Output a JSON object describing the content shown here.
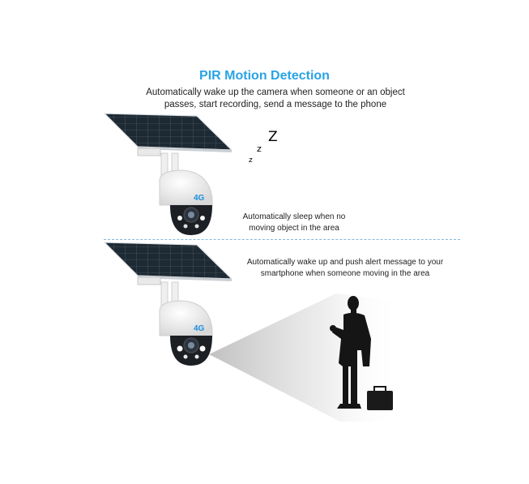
{
  "header": {
    "title": "PIR Motion Detection",
    "subtitle_line1": "Automatically wake up the camera when someone or an object",
    "subtitle_line2": "passes, start recording, send a message to the phone"
  },
  "scene_sleep": {
    "caption_line1": "Automatically sleep when no",
    "caption_line2": "moving object in the area",
    "sleep_glyphs": [
      "z",
      "z",
      "Z"
    ],
    "camera_badge": "4G"
  },
  "scene_wake": {
    "caption_line1": "Automatically wake up and push alert message to your",
    "caption_line2": "smartphone when someone moving in the area",
    "camera_badge": "4G"
  },
  "colors": {
    "title": "#29a3e6",
    "divider": "#7fb8e0",
    "panel": "#1f2a33"
  }
}
